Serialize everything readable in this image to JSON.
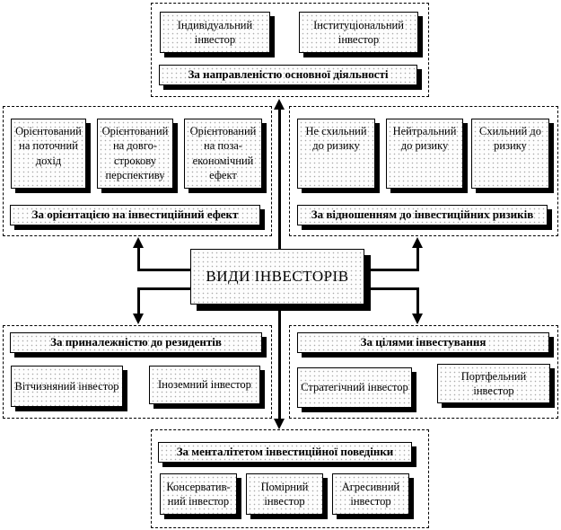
{
  "title": "ВИДИ ІНВЕСТОРІВ",
  "colors": {
    "line": "#000000",
    "border": "#000000",
    "shadow": "#000000",
    "box_fill": "#fdfdfd",
    "dot_pattern": "#a9a9a9"
  },
  "groups": {
    "direction": {
      "header": "За направленістю основної діяльності",
      "items": [
        "Індивідуальний інвестор",
        "Інституціональний інвестор"
      ]
    },
    "effect": {
      "header": "За орієнтацією на інвестиційний ефект",
      "items": [
        "Орієнтований на поточний дохід",
        "Орієнтований на довго-строкову перспективу",
        "Орієнтований на поза-економічний ефект"
      ]
    },
    "risk": {
      "header": "За відношенням до інвестиційних ризиків",
      "items": [
        "Не схильний до ризику",
        "Нейтральний до ризику",
        "Схильний до ризику"
      ]
    },
    "residency": {
      "header": "За приналежністю до резидентів",
      "items": [
        "Вітчизняний інвестор",
        "Іноземний інвестор"
      ]
    },
    "goals": {
      "header": "За цілями інвестування",
      "items": [
        "Стратегічний інвестор",
        "Портфельний інвестор"
      ]
    },
    "mentality": {
      "header": "За менталітетом інвестиційної поведінки",
      "items": [
        "Консерватив-ний інвестор",
        "Помірний інвестор",
        "Агресивний інвестор"
      ]
    }
  }
}
